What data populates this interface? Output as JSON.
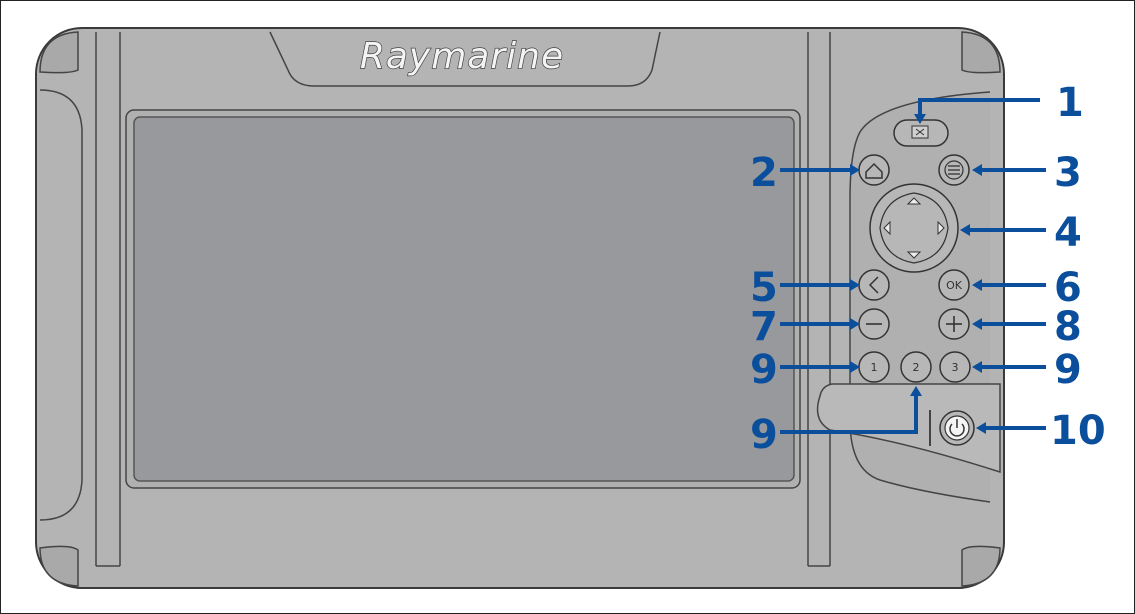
{
  "device": {
    "brand": "Raymarine"
  },
  "buttons": {
    "one_label": "1",
    "two_label": "2",
    "three_label": "3",
    "ok_label": "OK"
  },
  "callouts": {
    "c1": "1",
    "c2": "2",
    "c3": "3",
    "c4": "4",
    "c5": "5",
    "c6": "6",
    "c7": "7",
    "c8": "8",
    "c9a": "9",
    "c9b": "9",
    "c9c": "9",
    "c10": "10"
  },
  "colors": {
    "callout": "#0b4f9c",
    "bezel": "#b4b4b5",
    "screen": "#98999c"
  }
}
